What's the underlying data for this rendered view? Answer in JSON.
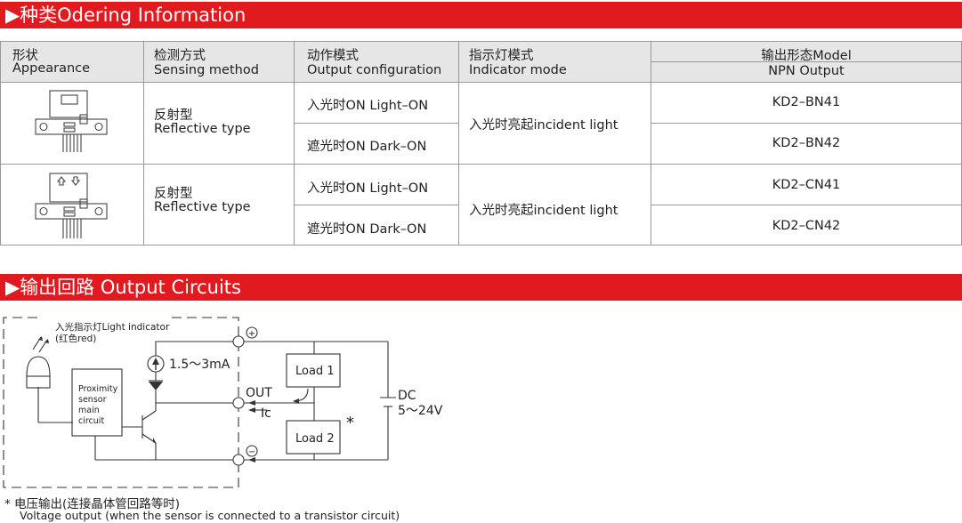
{
  "section1": {
    "title": "▶种类Odering Information"
  },
  "table": {
    "headers": {
      "appearance_cn": "形状",
      "appearance_en": "Appearance",
      "sensing_cn": "检测方式",
      "sensing_en": "Sensing method",
      "config_cn": "动作模式",
      "config_en": "Output configuration",
      "indicator_cn": "指示灯模式",
      "indicator_en": "Indicator mode",
      "model": "输出形态Model",
      "npn": "NPN Output"
    },
    "groups": [
      {
        "icon": "reflective-sensor-window-icon",
        "method_cn": "反射型",
        "method_en": "Reflective type",
        "indicator": "入光时亮起incident light",
        "rows": [
          {
            "config": "入光时ON  Light–ON",
            "model": "KD2–BN41"
          },
          {
            "config": "遮光时ON  Dark–ON",
            "model": "KD2–BN42"
          }
        ]
      },
      {
        "icon": "reflective-sensor-arrows-icon",
        "method_cn": "反射型",
        "method_en": "Reflective type",
        "indicator": "入光时亮起incident light",
        "rows": [
          {
            "config": "入光时ON  Light–ON",
            "model": "KD2–CN41"
          },
          {
            "config": "遮光时ON  Dark–ON",
            "model": "KD2–CN42"
          }
        ]
      }
    ]
  },
  "section2": {
    "title": "▶输出回路 Output Circuits"
  },
  "circuit": {
    "indicator_label": "入光指示灯Light indicator",
    "indicator_color": "(红色red)",
    "main_circuit": [
      "Proximity",
      "sensor",
      "main",
      "circuit"
    ],
    "current": "1.5～3mA",
    "out_label": "OUT",
    "ic_label": "Ic",
    "plus": "+",
    "minus": "−",
    "load1": "Load 1",
    "load2": "Load 2",
    "asterisk": "*",
    "dc_label": "DC",
    "dc_range": "5～24V"
  },
  "footnote": {
    "cn": "*  电压输出(连接晶体管回路等时)",
    "en": "Voltage output (when the sensor is connected to a transistor circuit)"
  },
  "colors": {
    "accent": "#e11a1f",
    "header_bg": "#e6e6e6",
    "grid": "#9a9a9a"
  }
}
